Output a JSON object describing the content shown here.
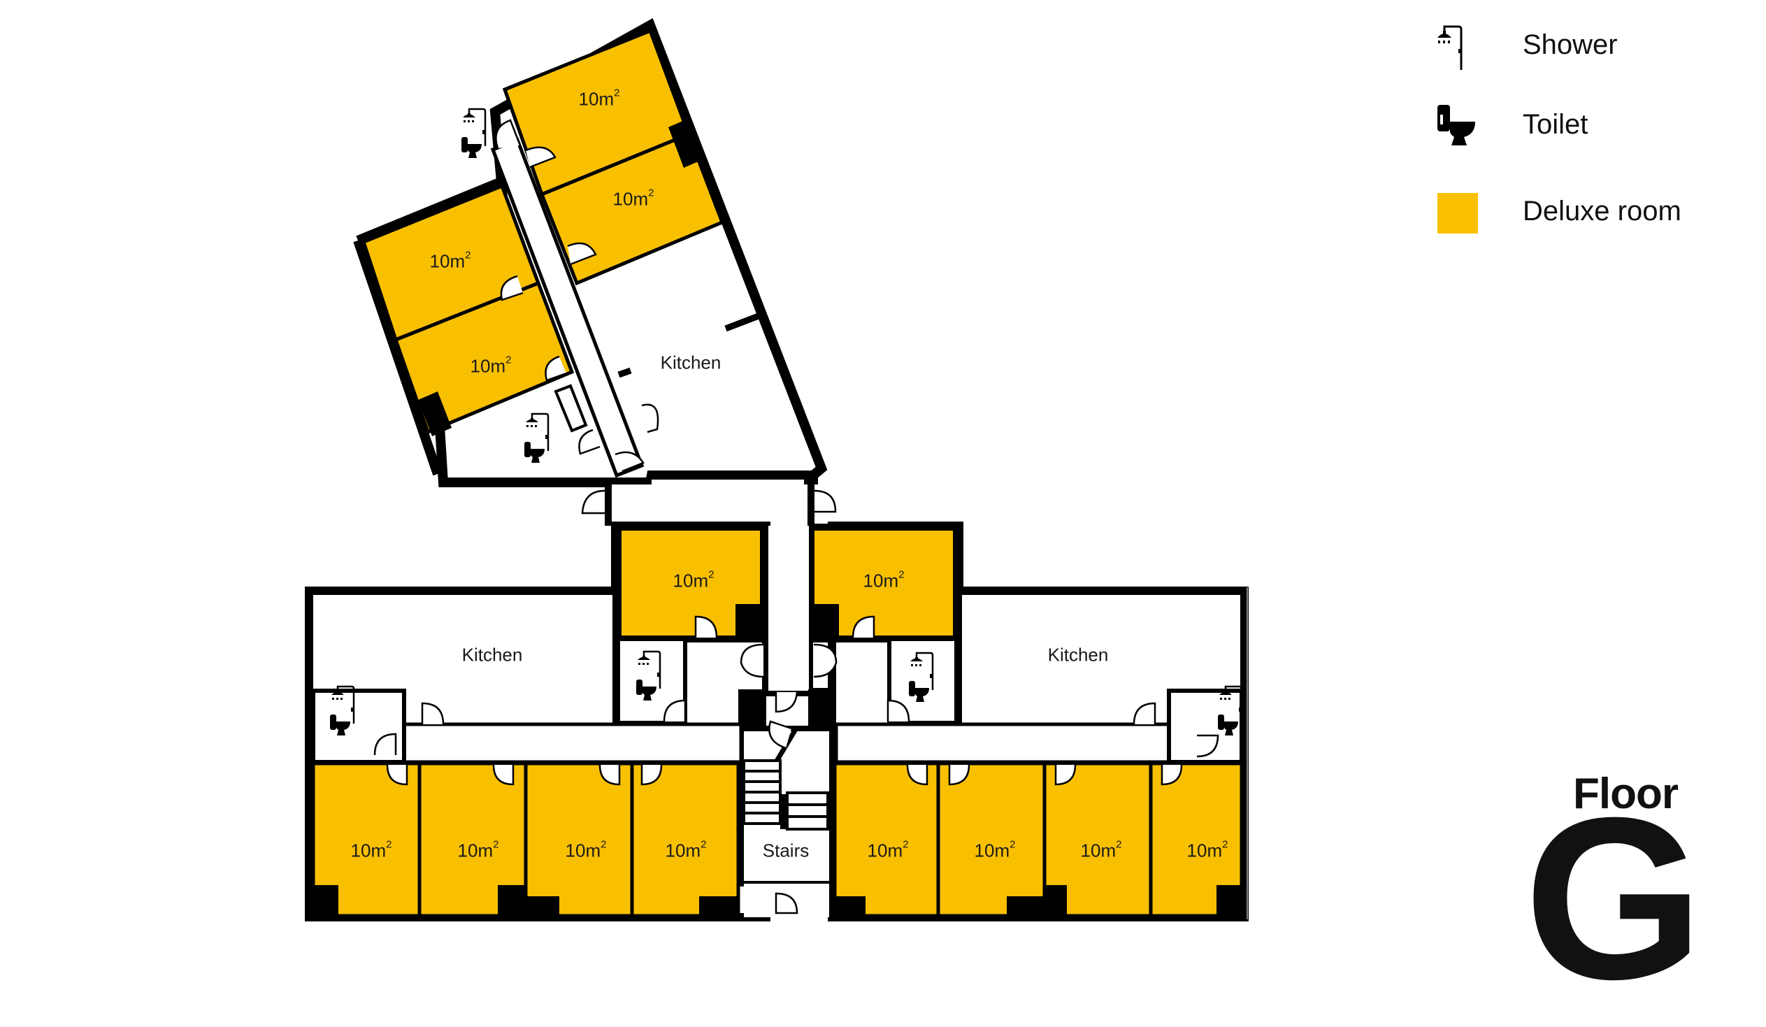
{
  "colors": {
    "deluxe": "#F9C002",
    "wall": "#000000",
    "background": "#FFFFFF",
    "text": "#1A1A1A"
  },
  "legend": {
    "items": [
      {
        "icon": "shower-icon",
        "label": "Shower"
      },
      {
        "icon": "toilet-icon",
        "label": "Toilet"
      },
      {
        "icon": "deluxe-room-swatch",
        "label": "Deluxe room",
        "color": "#F9C002"
      }
    ]
  },
  "floor": {
    "word": "Floor",
    "level": "G"
  },
  "rooms": {
    "unit": "m",
    "unit_sup": "2",
    "north_wing": [
      {
        "id": "nw-1",
        "area": "10",
        "type": "deluxe"
      },
      {
        "id": "nw-2",
        "area": "10",
        "type": "deluxe"
      },
      {
        "id": "nw-3",
        "area": "10",
        "type": "deluxe"
      },
      {
        "id": "nw-4",
        "area": "10",
        "type": "deluxe"
      }
    ],
    "center": [
      {
        "id": "c-left",
        "area": "10",
        "type": "deluxe"
      },
      {
        "id": "c-right",
        "area": "10",
        "type": "deluxe"
      }
    ],
    "west_row": [
      {
        "id": "w-1",
        "area": "10",
        "type": "deluxe"
      },
      {
        "id": "w-2",
        "area": "10",
        "type": "deluxe"
      },
      {
        "id": "w-3",
        "area": "10",
        "type": "deluxe"
      },
      {
        "id": "w-4",
        "area": "10",
        "type": "deluxe"
      }
    ],
    "east_row": [
      {
        "id": "e-1",
        "area": "10",
        "type": "deluxe"
      },
      {
        "id": "e-2",
        "area": "10",
        "type": "deluxe"
      },
      {
        "id": "e-3",
        "area": "10",
        "type": "deluxe"
      },
      {
        "id": "e-4",
        "area": "10",
        "type": "deluxe"
      }
    ]
  },
  "spaces": {
    "kitchen_north": "Kitchen",
    "kitchen_west": "Kitchen",
    "kitchen_east": "Kitchen",
    "stairs": "Stairs"
  }
}
